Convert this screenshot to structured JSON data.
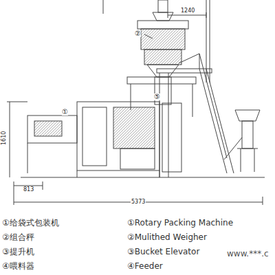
{
  "diagram": {
    "labels": [
      "1240",
      "②",
      "①",
      "⑤",
      "1610",
      "813",
      "5373",
      "①给袋式包装机",
      "②组合秤",
      "③提升机",
      "④喂料器",
      "①Rotary Packing Machine",
      "②Mulithed Weigher",
      "③Bucket Elevator",
      "④Feeder",
      "www.***.c"
    ]
  }
}
